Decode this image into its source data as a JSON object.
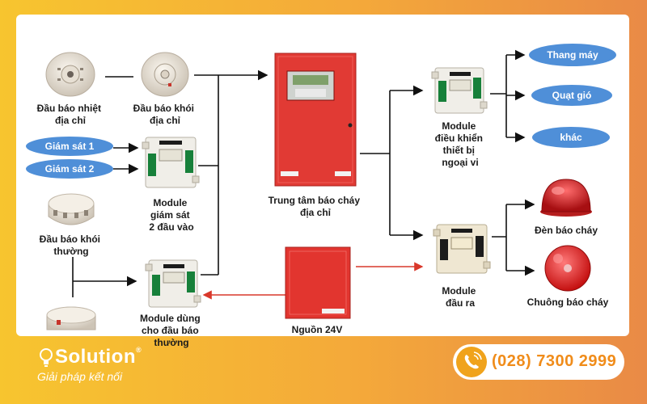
{
  "nodes": {
    "addr_heat_detector": "Đầu báo nhiệt\nđịa chỉ",
    "addr_smoke_detector": "Đầu báo khói\nđịa chỉ",
    "monitor_1": "Giám sát 1",
    "monitor_2": "Giám sát 2",
    "dual_input_module": "Module\ngiám sát\n2 đầu vào",
    "conventional_smoke": "Đầu báo khói\nthường",
    "conventional_module": "Module dùng\ncho đầu báo\nthường",
    "control_panel": "Trung tâm báo cháy\nđịa chỉ",
    "power_supply": "Nguồn 24V",
    "control_module": "Module\nđiều khiển\nthiết bị\nngoại vi",
    "output_module": "Module\nđầu ra",
    "elevator": "Thang máy",
    "fan": "Quạt gió",
    "other": "khác",
    "alarm_light": "Đèn báo cháy",
    "alarm_bell": "Chuông báo cháy"
  },
  "brand": {
    "name": "Solution",
    "tagline": "Giải pháp kết nối"
  },
  "contact": {
    "phone": "(028) 7300 2999"
  },
  "colors": {
    "pill": "#4f8fd8",
    "panel_red": "#e13a34",
    "arrow_red": "#d9382b",
    "accent_orange": "#f08c1a"
  }
}
